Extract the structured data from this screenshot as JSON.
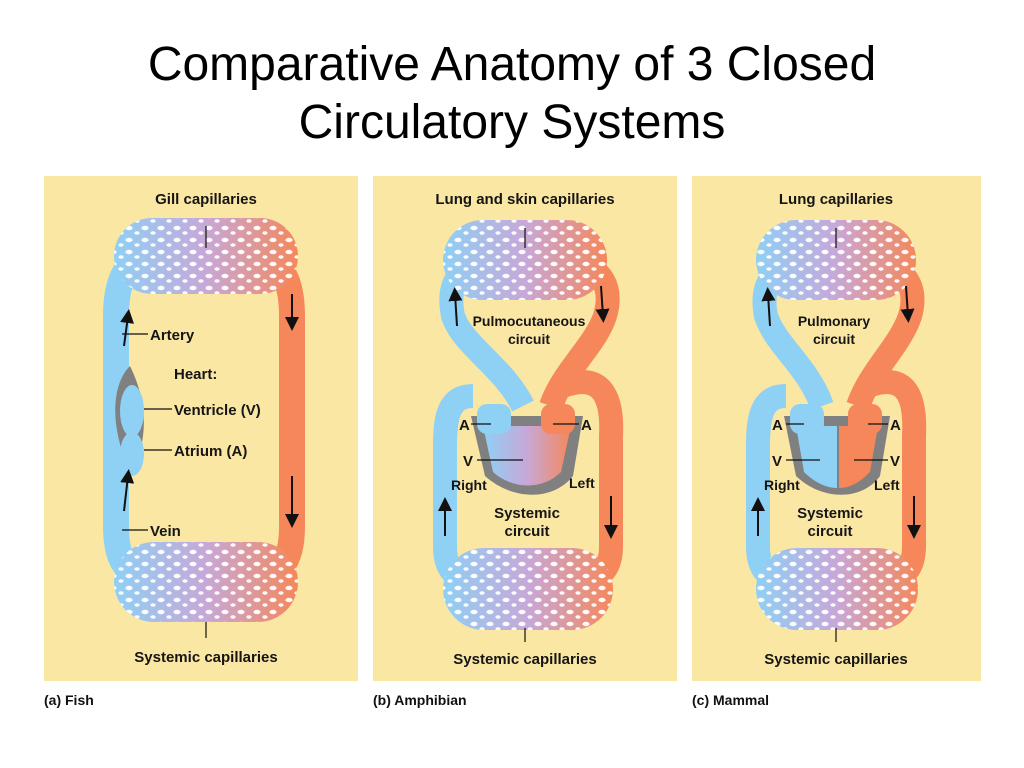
{
  "slide": {
    "title_line1": "Comparative Anatomy of 3 Closed",
    "title_line2": "Circulatory Systems"
  },
  "colors": {
    "panel_bg": "#fbe7a4",
    "deoxygenated": "#8fd0f5",
    "oxygenated": "#f5875a",
    "capillary_mix": "#c7a8d8",
    "heart_shadow": "#808080"
  },
  "panels": {
    "fish": {
      "caption": "(a) Fish",
      "top_label": "Gill capillaries",
      "bottom_label": "Systemic capillaries",
      "artery": "Artery",
      "heart": "Heart:",
      "ventricle": "Ventricle (V)",
      "atrium": "Atrium (A)",
      "vein": "Vein"
    },
    "amphibian": {
      "caption": "(b) Amphibian",
      "top_label": "Lung and skin capillaries",
      "bottom_label": "Systemic capillaries",
      "circuit_top_1": "Pulmocutaneous",
      "circuit_top_2": "circuit",
      "circuit_sys_1": "Systemic",
      "circuit_sys_2": "circuit",
      "a_left": "A",
      "a_right": "A",
      "v": "V",
      "right": "Right",
      "left": "Left"
    },
    "mammal": {
      "caption": "(c) Mammal",
      "top_label": "Lung capillaries",
      "bottom_label": "Systemic capillaries",
      "circuit_top_1": "Pulmonary",
      "circuit_top_2": "circuit",
      "circuit_sys_1": "Systemic",
      "circuit_sys_2": "circuit",
      "a_left": "A",
      "a_right": "A",
      "v_left": "V",
      "v_right": "V",
      "right": "Right",
      "left": "Left"
    }
  }
}
